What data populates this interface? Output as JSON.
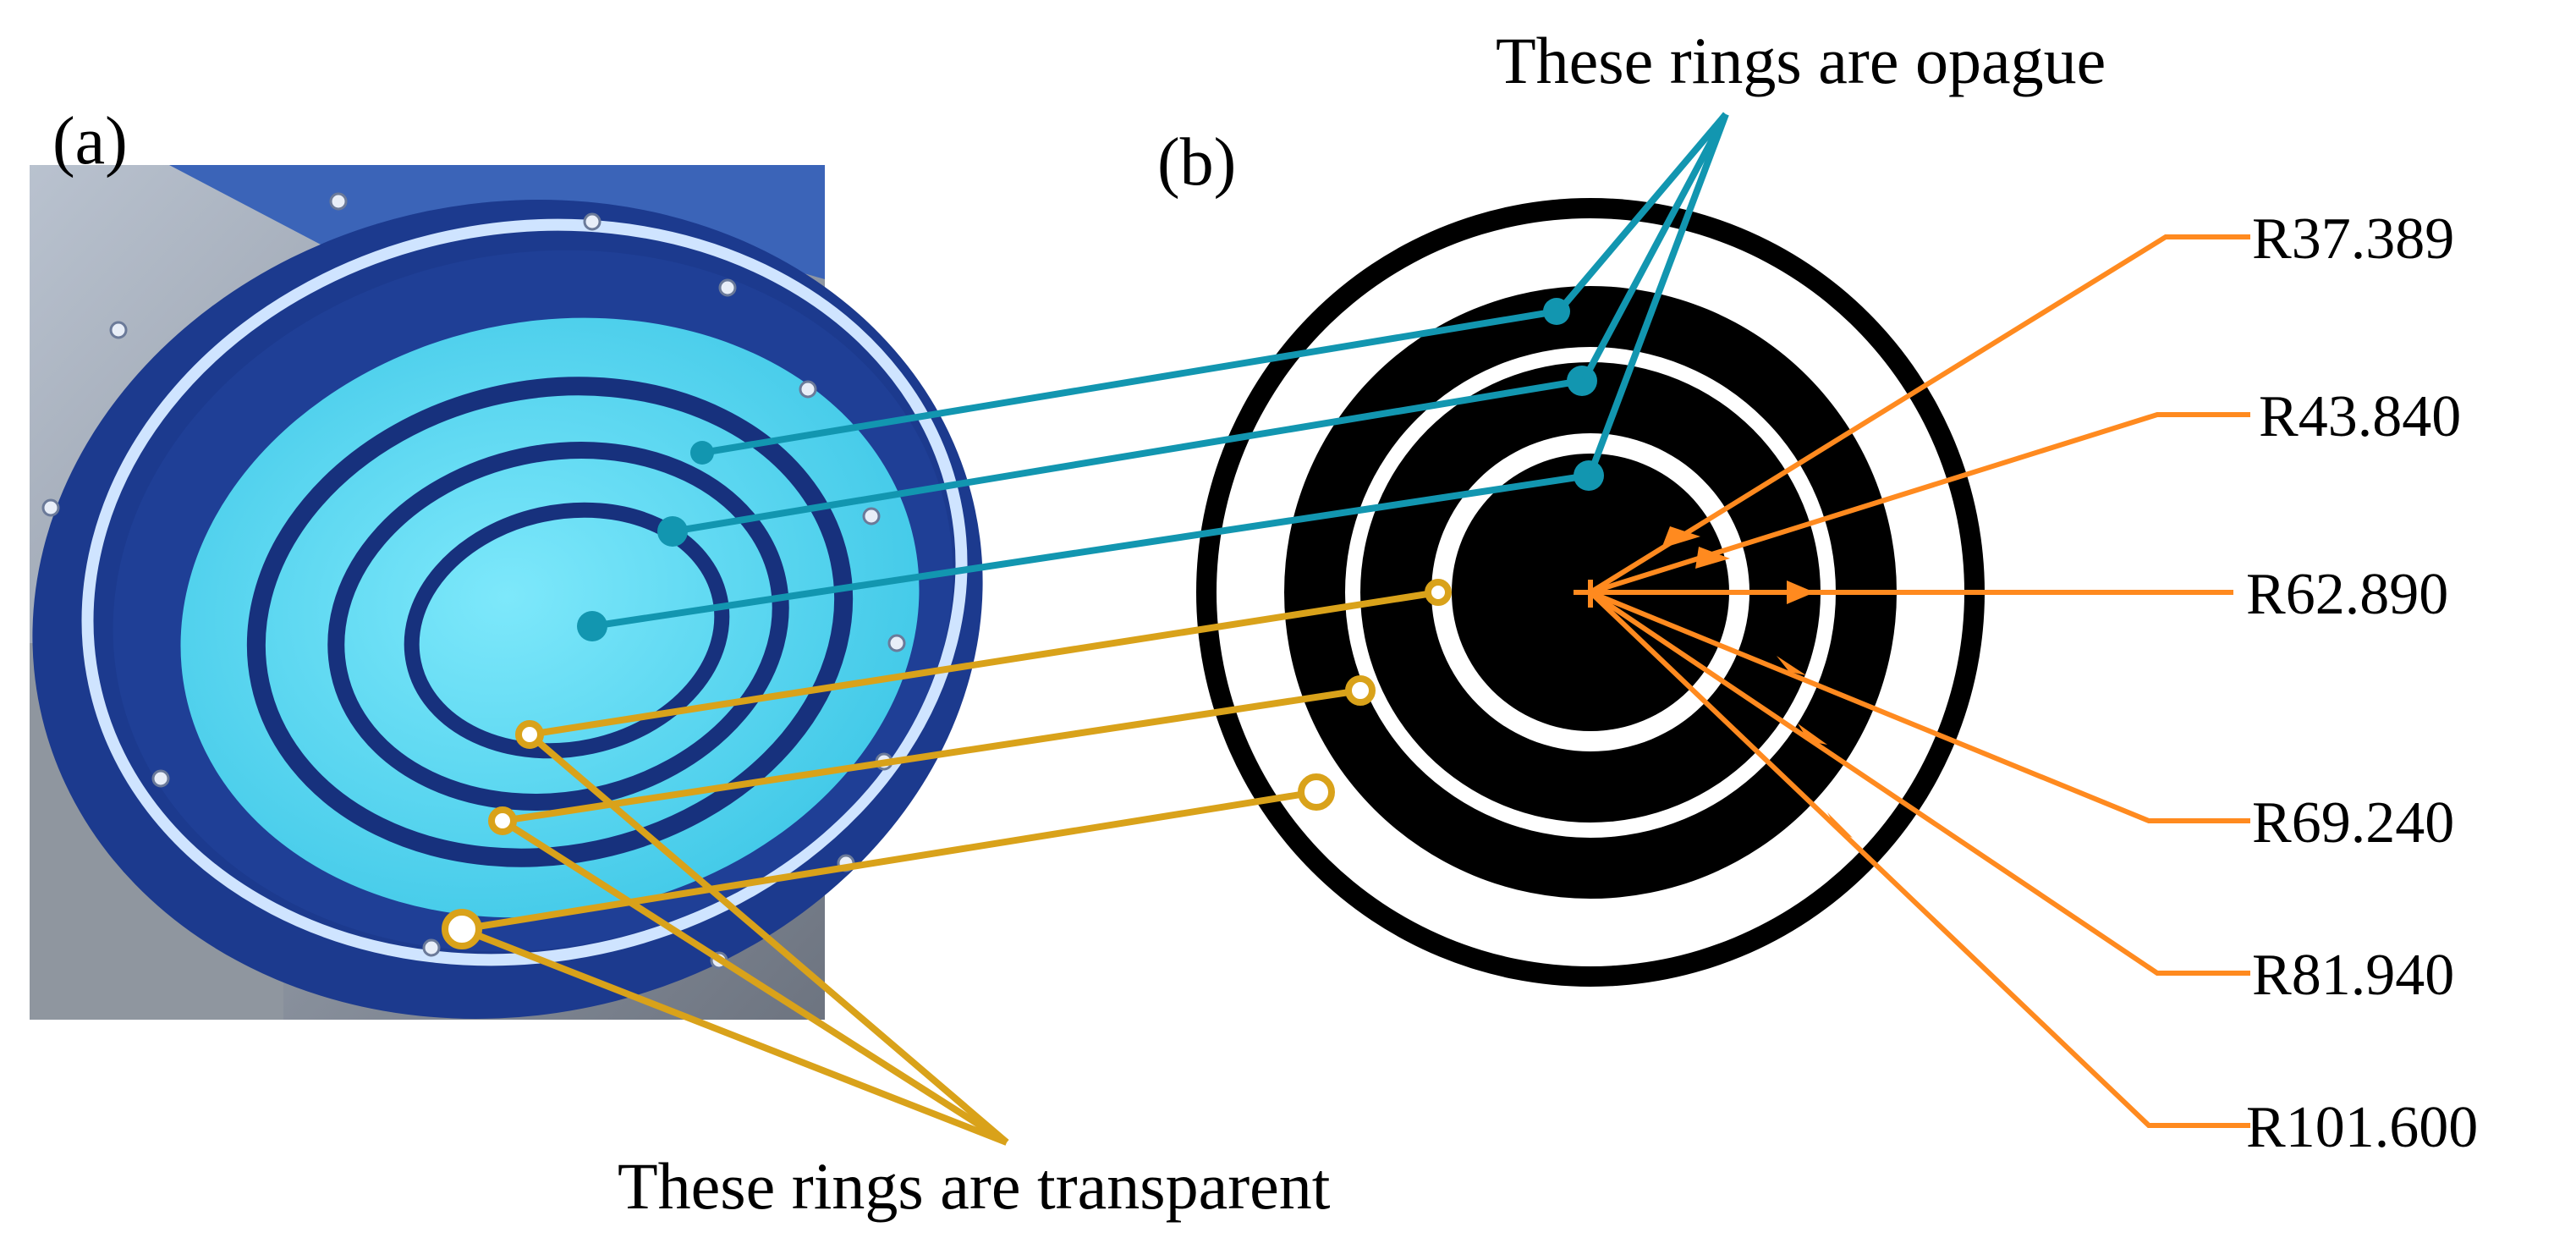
{
  "panels": {
    "a_label": "(a)",
    "b_label": "(b)"
  },
  "annotations": {
    "opaque": "These  rings are opague",
    "transparent": "These rings are transparent"
  },
  "radii": [
    {
      "label": "R37.389",
      "value": 37.389
    },
    {
      "label": "R43.840",
      "value": 43.84
    },
    {
      "label": "R62.890",
      "value": 62.89
    },
    {
      "label": "R69.240",
      "value": 69.24
    },
    {
      "label": "R81.940",
      "value": 81.94
    },
    {
      "label": "R101.600",
      "value": 101.6
    }
  ],
  "colors": {
    "teal": "#1296b0",
    "gold": "#d9a21a",
    "orange": "#ff8a1f",
    "ring_black": "#000000",
    "photo_blue": "#1c3a8e",
    "photo_cyan": "#4fd3ee"
  }
}
